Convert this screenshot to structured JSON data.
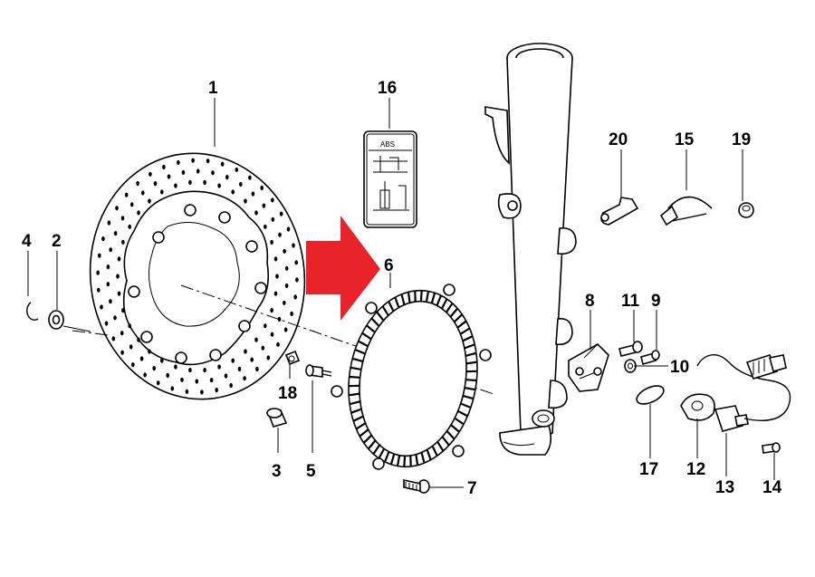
{
  "callouts": {
    "c1": "1",
    "c2": "2",
    "c3": "3",
    "c4": "4",
    "c5": "5",
    "c6": "6",
    "c7": "7",
    "c8": "8",
    "c9": "9",
    "c10": "10",
    "c11": "11",
    "c12": "12",
    "c13": "13",
    "c14": "14",
    "c15": "15",
    "c16": "16",
    "c17": "17",
    "c18": "18",
    "c19": "19",
    "c20": "20"
  },
  "label": {
    "brand": "ABS"
  },
  "colors": {
    "arrow": "#e8242a",
    "line": "#000000"
  },
  "icons": {
    "highlight_arrow": "arrow-right-icon"
  }
}
